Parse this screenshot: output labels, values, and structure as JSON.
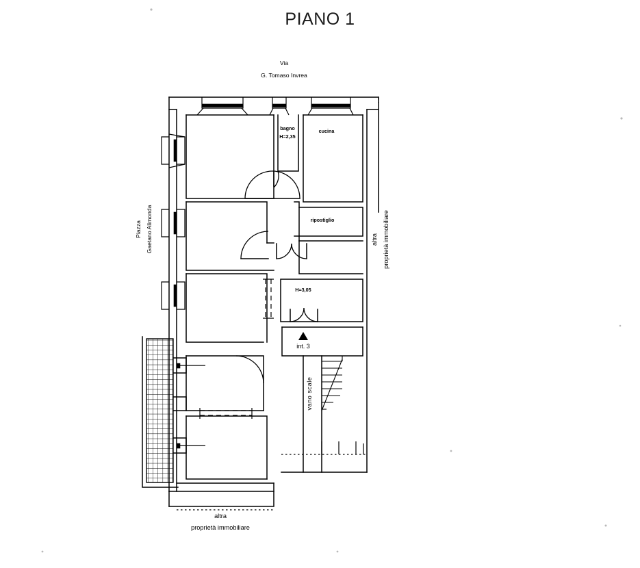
{
  "document": {
    "title": "PIANO 1",
    "type": "architectural-floor-plan",
    "language": "it"
  },
  "streets": {
    "top_line1": "Via",
    "top_line2": "G. Tomaso Invrea",
    "left_line1": "Piazza",
    "left_line2": "Gaetano Alimonda"
  },
  "neighbors": {
    "right_line1": "altra",
    "right_line2": "proprietà immobiliare",
    "bottom_line1": "altra",
    "bottom_line2": "proprietà immobiliare"
  },
  "rooms": [
    {
      "id": "bagno",
      "label": "bagno",
      "height_note": "H=2,35"
    },
    {
      "id": "cucina",
      "label": "cucina",
      "height_note": ""
    },
    {
      "id": "ripostiglio",
      "label": "ripostiglio",
      "height_note": ""
    },
    {
      "id": "corridoio",
      "label": "",
      "height_note": "H=3,05"
    }
  ],
  "annotations": {
    "unit_marker": "int. 3",
    "stairwell": "vano scale"
  },
  "colors": {
    "ink": "#000000",
    "paper": "#ffffff",
    "title_ink": "#1a1a1a"
  }
}
